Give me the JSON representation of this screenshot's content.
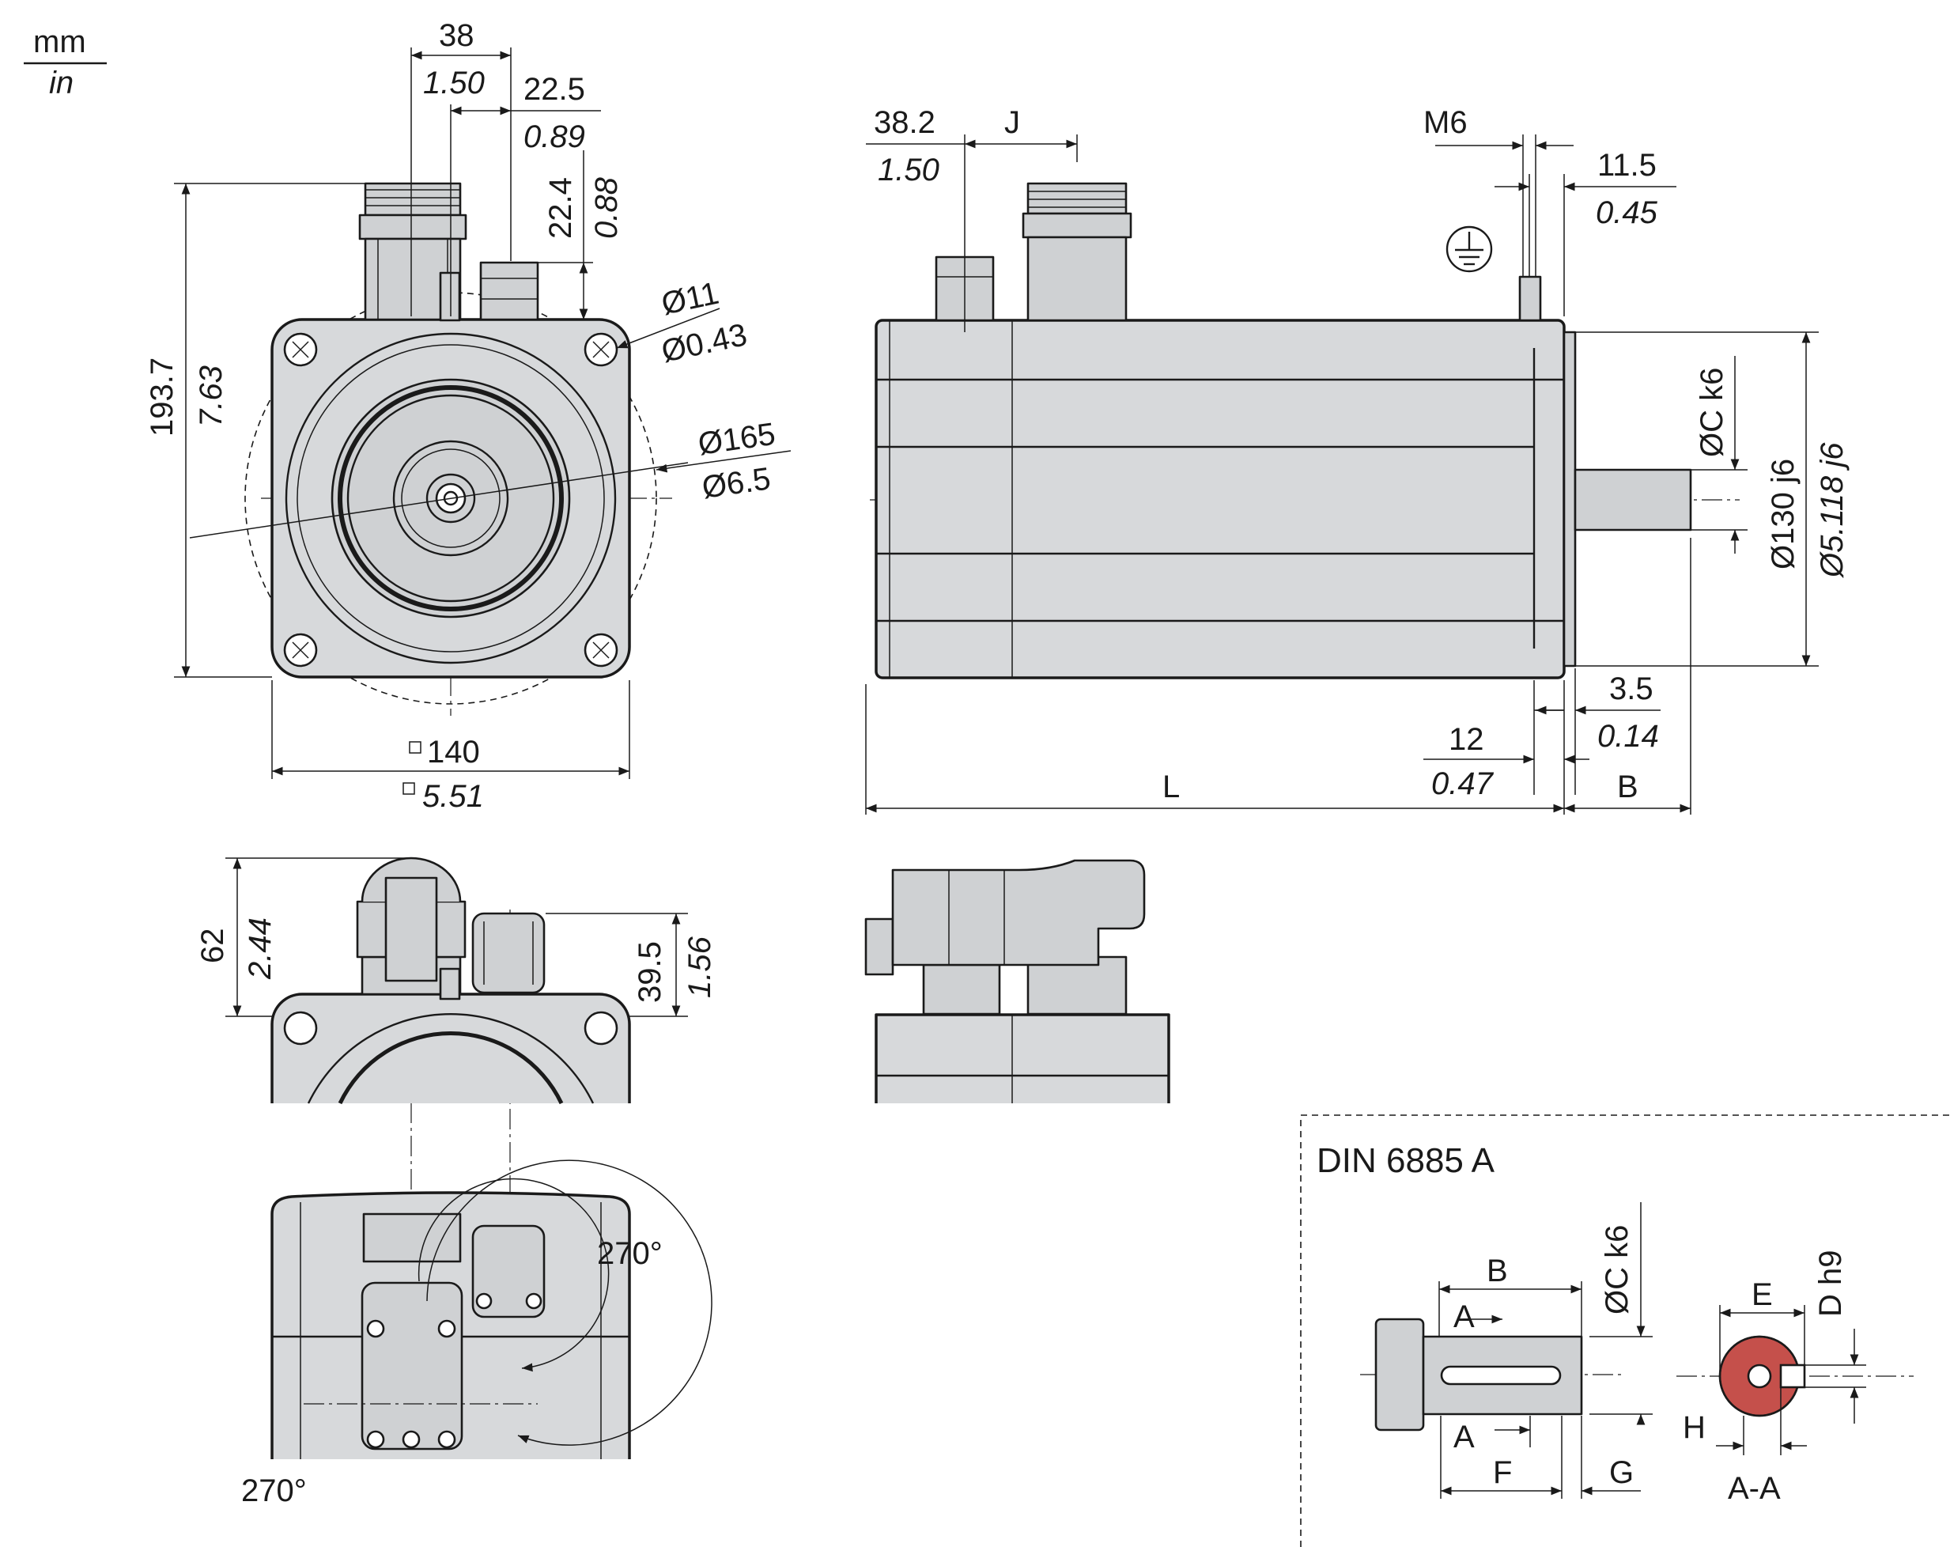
{
  "units": {
    "mm": "mm",
    "in": "in"
  },
  "front_view": {
    "dim_38": "38",
    "dim_38_in": "1.50",
    "dim_22_5": "22.5",
    "dim_22_5_in": "0.89",
    "dim_22_4": "22.4",
    "dim_22_4_in": "0.88",
    "dim_193_7": "193.7",
    "dim_193_7_in": "7.63",
    "dia_11": "Ø11",
    "dia_11_in": "Ø0.43",
    "dia_165": "Ø165",
    "dia_165_in": "Ø6.5",
    "sq_140": "140",
    "sq_140_in": "5.51"
  },
  "side_view": {
    "dim_38_2": "38.2",
    "dim_38_2_in": "1.50",
    "dim_J": "J",
    "dim_M6": "M6",
    "dim_11_5": "11.5",
    "dim_11_5_in": "0.45",
    "dia_C": "ØC k6",
    "dia_130": "Ø130 j6",
    "dia_130_in": "Ø5.118 j6",
    "dim_3_5": "3.5",
    "dim_3_5_in": "0.14",
    "dim_12": "12",
    "dim_12_in": "0.47",
    "dim_L": "L",
    "dim_B": "B"
  },
  "connector_detail": {
    "dim_62": "62",
    "dim_62_in": "2.44",
    "dim_39_5": "39.5",
    "dim_39_5_in": "1.56"
  },
  "rotation": {
    "upper": "270°",
    "lower": "270°"
  },
  "shaft_detail": {
    "title": "DIN 6885 A",
    "B": "B",
    "A_top": "A",
    "A_bottom": "A",
    "F": "F",
    "G": "G",
    "C": "ØC k6",
    "E": "E",
    "D": "D h9",
    "H": "H",
    "section": "A-A"
  }
}
